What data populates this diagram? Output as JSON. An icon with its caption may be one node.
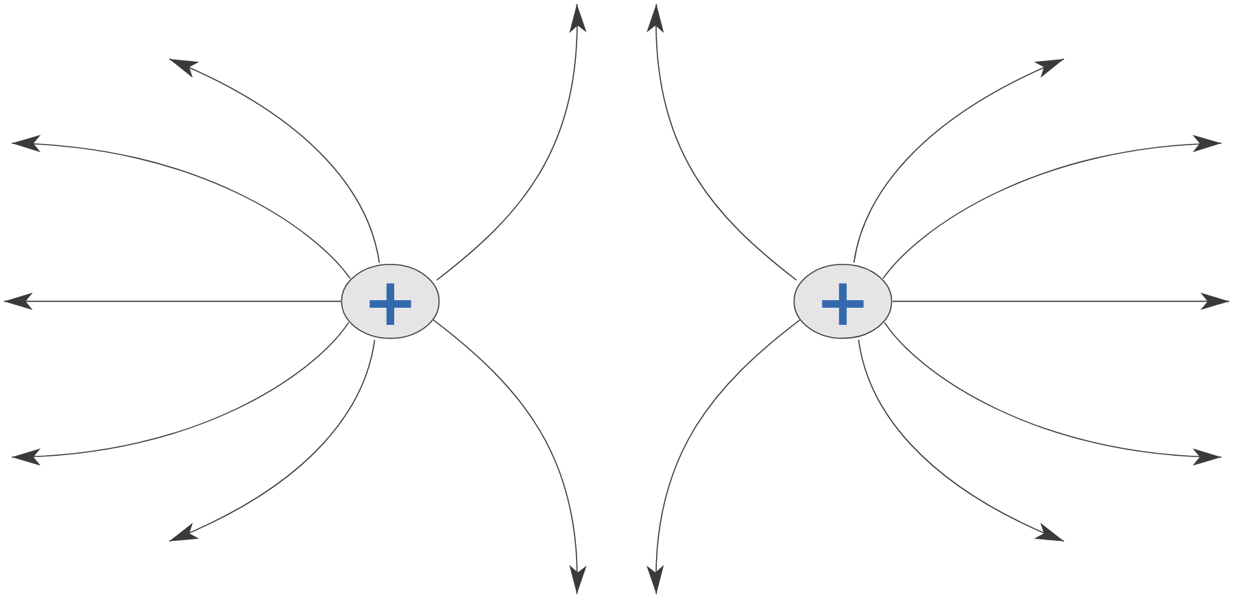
{
  "diagram": {
    "nodes": [
      {
        "text": [
          "+"
        ]
      },
      {
        "text": [
          "+"
        ]
      }
    ],
    "edges": [
      {
        "from": 0,
        "to": null,
        "arrow": "to"
      },
      {
        "from": 0,
        "to": null,
        "arrow": "to"
      },
      {
        "from": 0,
        "to": null,
        "arrow": "to"
      },
      {
        "from": 0,
        "to": null,
        "arrow": "to"
      },
      {
        "from": 0,
        "to": null,
        "arrow": "to"
      },
      {
        "from": 0,
        "to": null,
        "arrow": "to"
      },
      {
        "from": 0,
        "to": null,
        "arrow": "to"
      },
      {
        "from": 1,
        "to": null,
        "arrow": "to"
      },
      {
        "from": 1,
        "to": null,
        "arrow": "to"
      },
      {
        "from": 1,
        "to": null,
        "arrow": "to"
      },
      {
        "from": 1,
        "to": null,
        "arrow": "to"
      },
      {
        "from": 1,
        "to": null,
        "arrow": "to"
      },
      {
        "from": 1,
        "to": null,
        "arrow": "to"
      },
      {
        "from": 1,
        "to": null,
        "arrow": "to"
      }
    ]
  }
}
